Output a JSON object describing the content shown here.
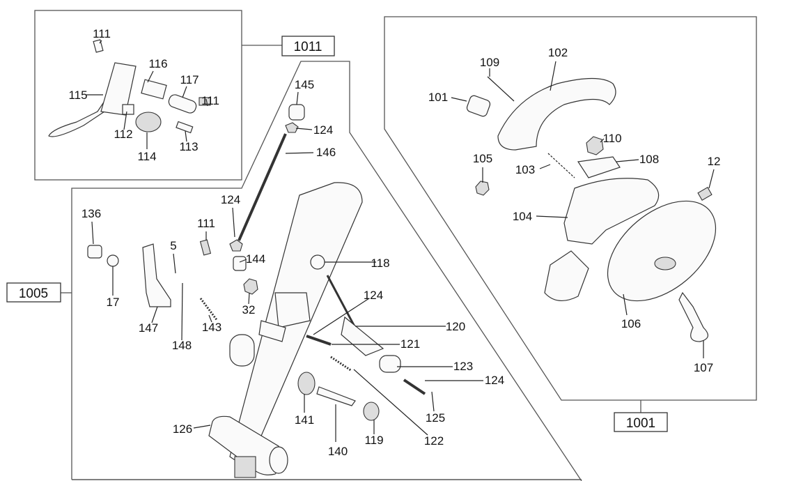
{
  "assemblies": [
    {
      "id": "1011"
    },
    {
      "id": "1001"
    },
    {
      "id": "1005"
    }
  ],
  "callouts": [
    "111",
    "116",
    "115",
    "117",
    "111",
    "112",
    "114",
    "113",
    "102",
    "109",
    "101",
    "110",
    "108",
    "105",
    "103",
    "12",
    "104",
    "106",
    "107",
    "145",
    "124",
    "146",
    "124",
    "136",
    "111",
    "5",
    "144",
    "118",
    "17",
    "32",
    "124",
    "143",
    "147",
    "148",
    "120",
    "121",
    "123",
    "124",
    "141",
    "125",
    "126",
    "119",
    "122",
    "140"
  ],
  "colors": {
    "line": "#333333",
    "background": "#ffffff"
  }
}
